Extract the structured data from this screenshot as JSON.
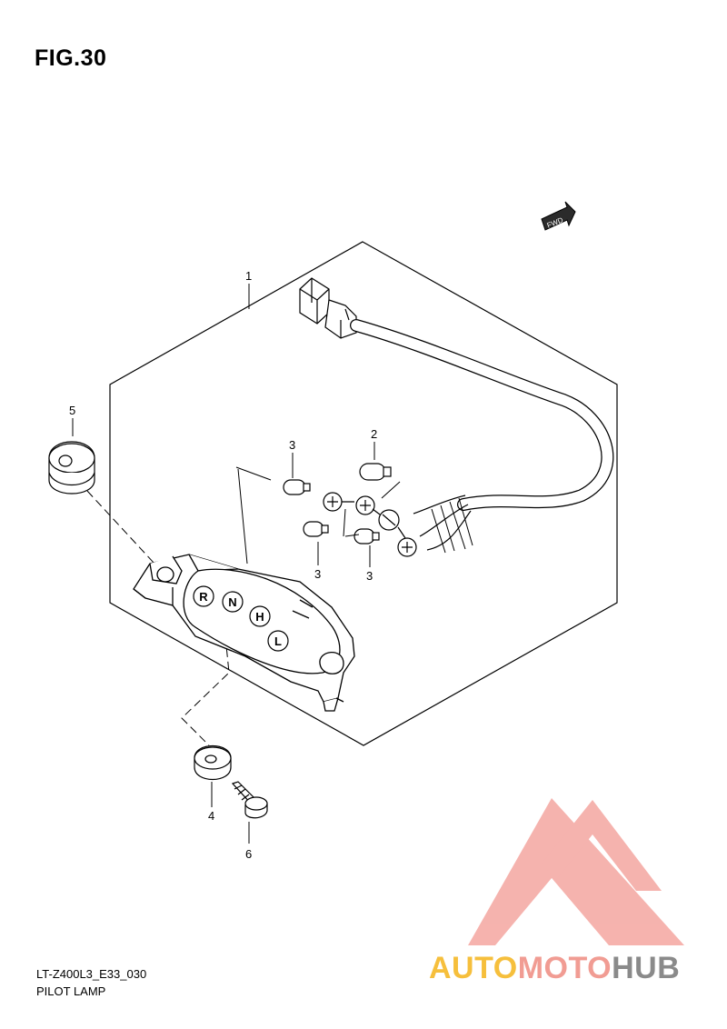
{
  "figure": {
    "title": "FIG.30",
    "fwd_label": "FWD"
  },
  "callouts": {
    "c1": "1",
    "c2": "2",
    "c3a": "3",
    "c3b": "3",
    "c3c": "3",
    "c4": "4",
    "c5": "5",
    "c6": "6"
  },
  "indicator_letters": [
    "R",
    "N",
    "H",
    "L"
  ],
  "footer": {
    "model_code": "LT-Z400L3_E33_030",
    "part_name": "PILOT LAMP"
  },
  "watermark": {
    "part1": "AUTO",
    "part2": "MOTO",
    "part3": "HUB",
    "colors": {
      "yellow": "#f6bf3c",
      "pink": "#f19c93",
      "gray": "#8a8a8a"
    }
  }
}
